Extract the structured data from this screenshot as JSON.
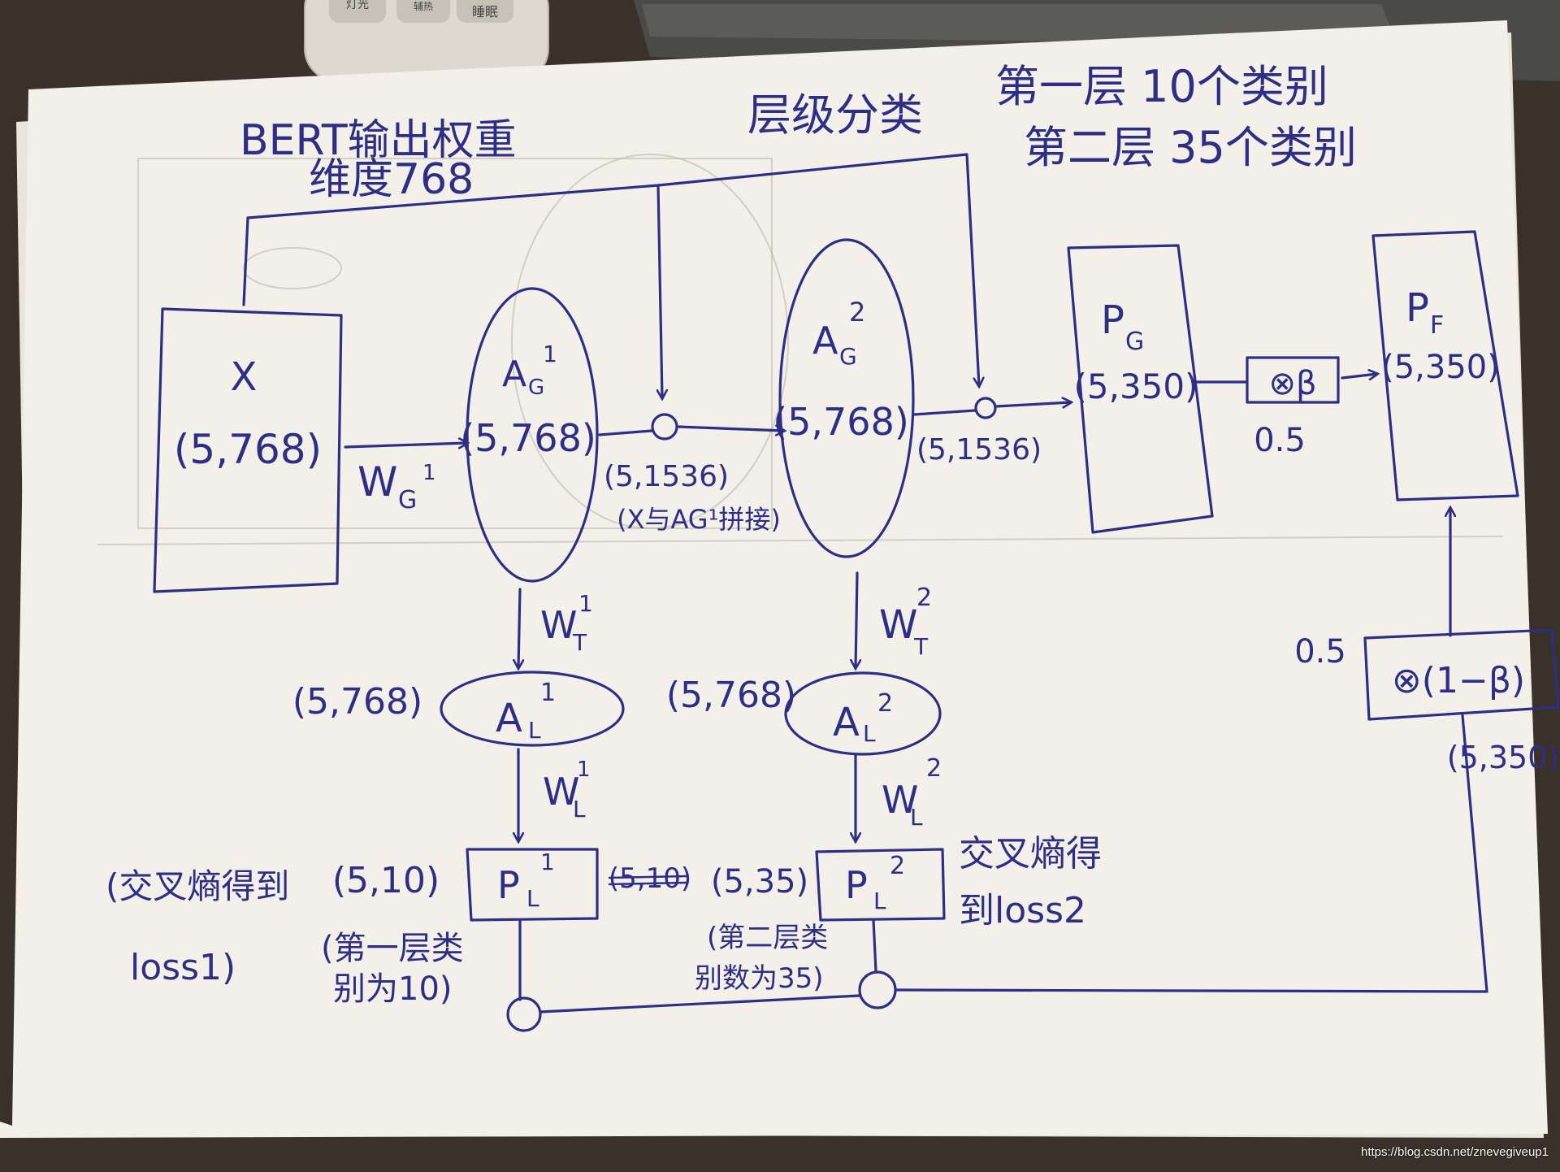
{
  "title": {
    "bert_weights": "BERT输出权重",
    "dim": "维度768",
    "hierarchical": "层级分类",
    "layer1": "第一层 10个类别",
    "layer2": "第二层 35个类别"
  },
  "nodes": {
    "x": {
      "label": "X",
      "shape": "(5,768)"
    },
    "ag1": {
      "label": "A",
      "sub": "G",
      "sup": "1",
      "shape": "(5,768)"
    },
    "ag2": {
      "label": "A",
      "sub": "G",
      "sup": "2",
      "shape": "(5,768)"
    },
    "pg": {
      "label": "P",
      "sub": "G",
      "shape": "(5,350)"
    },
    "pf": {
      "label": "P",
      "sub": "F",
      "shape": "(5,350)"
    },
    "al1": {
      "label": "A",
      "sub": "L",
      "sup": "1",
      "shape": "(5,768)"
    },
    "al2": {
      "label": "A",
      "sub": "L",
      "sup": "2",
      "shape": "(5,768)"
    },
    "pl1": {
      "label": "P",
      "sub": "L",
      "sup": "1",
      "shape": "(5,10)",
      "struck": "(5,10)"
    },
    "pl2": {
      "label": "P",
      "sub": "L",
      "sup": "2",
      "shape": "(5,35)"
    }
  },
  "edges": {
    "wg": {
      "label": "W",
      "sub": "G",
      "sup": "1"
    },
    "wt1": {
      "label": "W",
      "sub": "T",
      "sup": "1"
    },
    "wt2": {
      "label": "W",
      "sub": "T",
      "sup": "2"
    },
    "wl1": {
      "label": "W",
      "sub": "L",
      "sup": "1"
    },
    "wl2": {
      "label": "W",
      "sub": "L",
      "sup": "2"
    }
  },
  "concat1": {
    "shape": "(5,1536)",
    "note": "(X与AG¹拼接)"
  },
  "concat2": {
    "shape": "(5,1536)"
  },
  "beta_box": {
    "label": "⊗β",
    "value": "0.5"
  },
  "one_minus_beta_box": {
    "label": "⊗(1−β)",
    "value": "0.5",
    "shape": "(5,350)"
  },
  "loss1": {
    "text1": "(交叉熵得到",
    "text2": "loss1)",
    "note1": "(第一层类",
    "note2": "别为10)"
  },
  "loss2": {
    "text1": "交叉熵得",
    "text2": "到loss2",
    "note1": "(第二层类",
    "note2": "别数为35)"
  },
  "remote_buttons": [
    "灯光",
    "辅热",
    "睡眠"
  ],
  "watermark": "https://blog.csdn.net/znevegiveup1"
}
